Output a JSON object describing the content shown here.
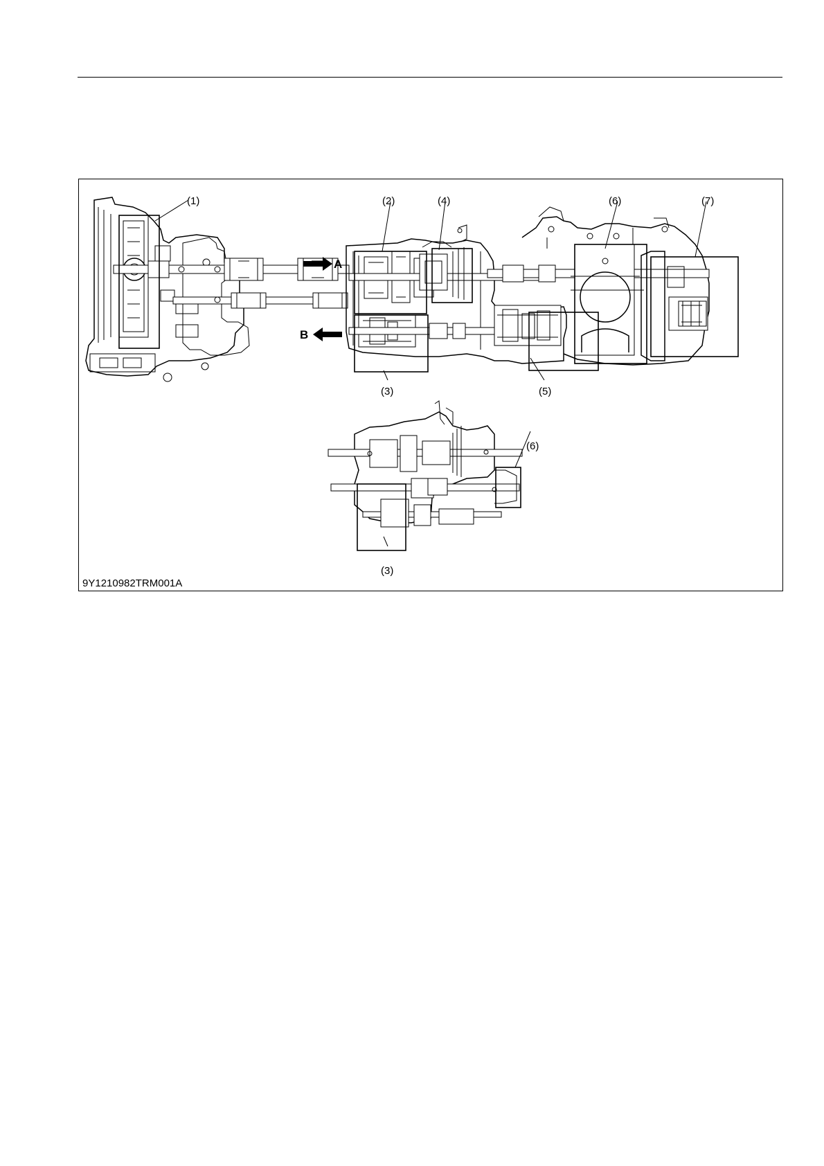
{
  "figure": {
    "code": "9Y1210982TRM001A",
    "callouts": {
      "c1": "(1)",
      "c2": "(2)",
      "c3_top": "(3)",
      "c4": "(4)",
      "c5": "(5)",
      "c6_top": "(6)",
      "c7": "(7)",
      "c6_bottom": "(6)",
      "c3_bottom": "(3)"
    },
    "arrows": {
      "a": "A",
      "b": "B"
    }
  }
}
